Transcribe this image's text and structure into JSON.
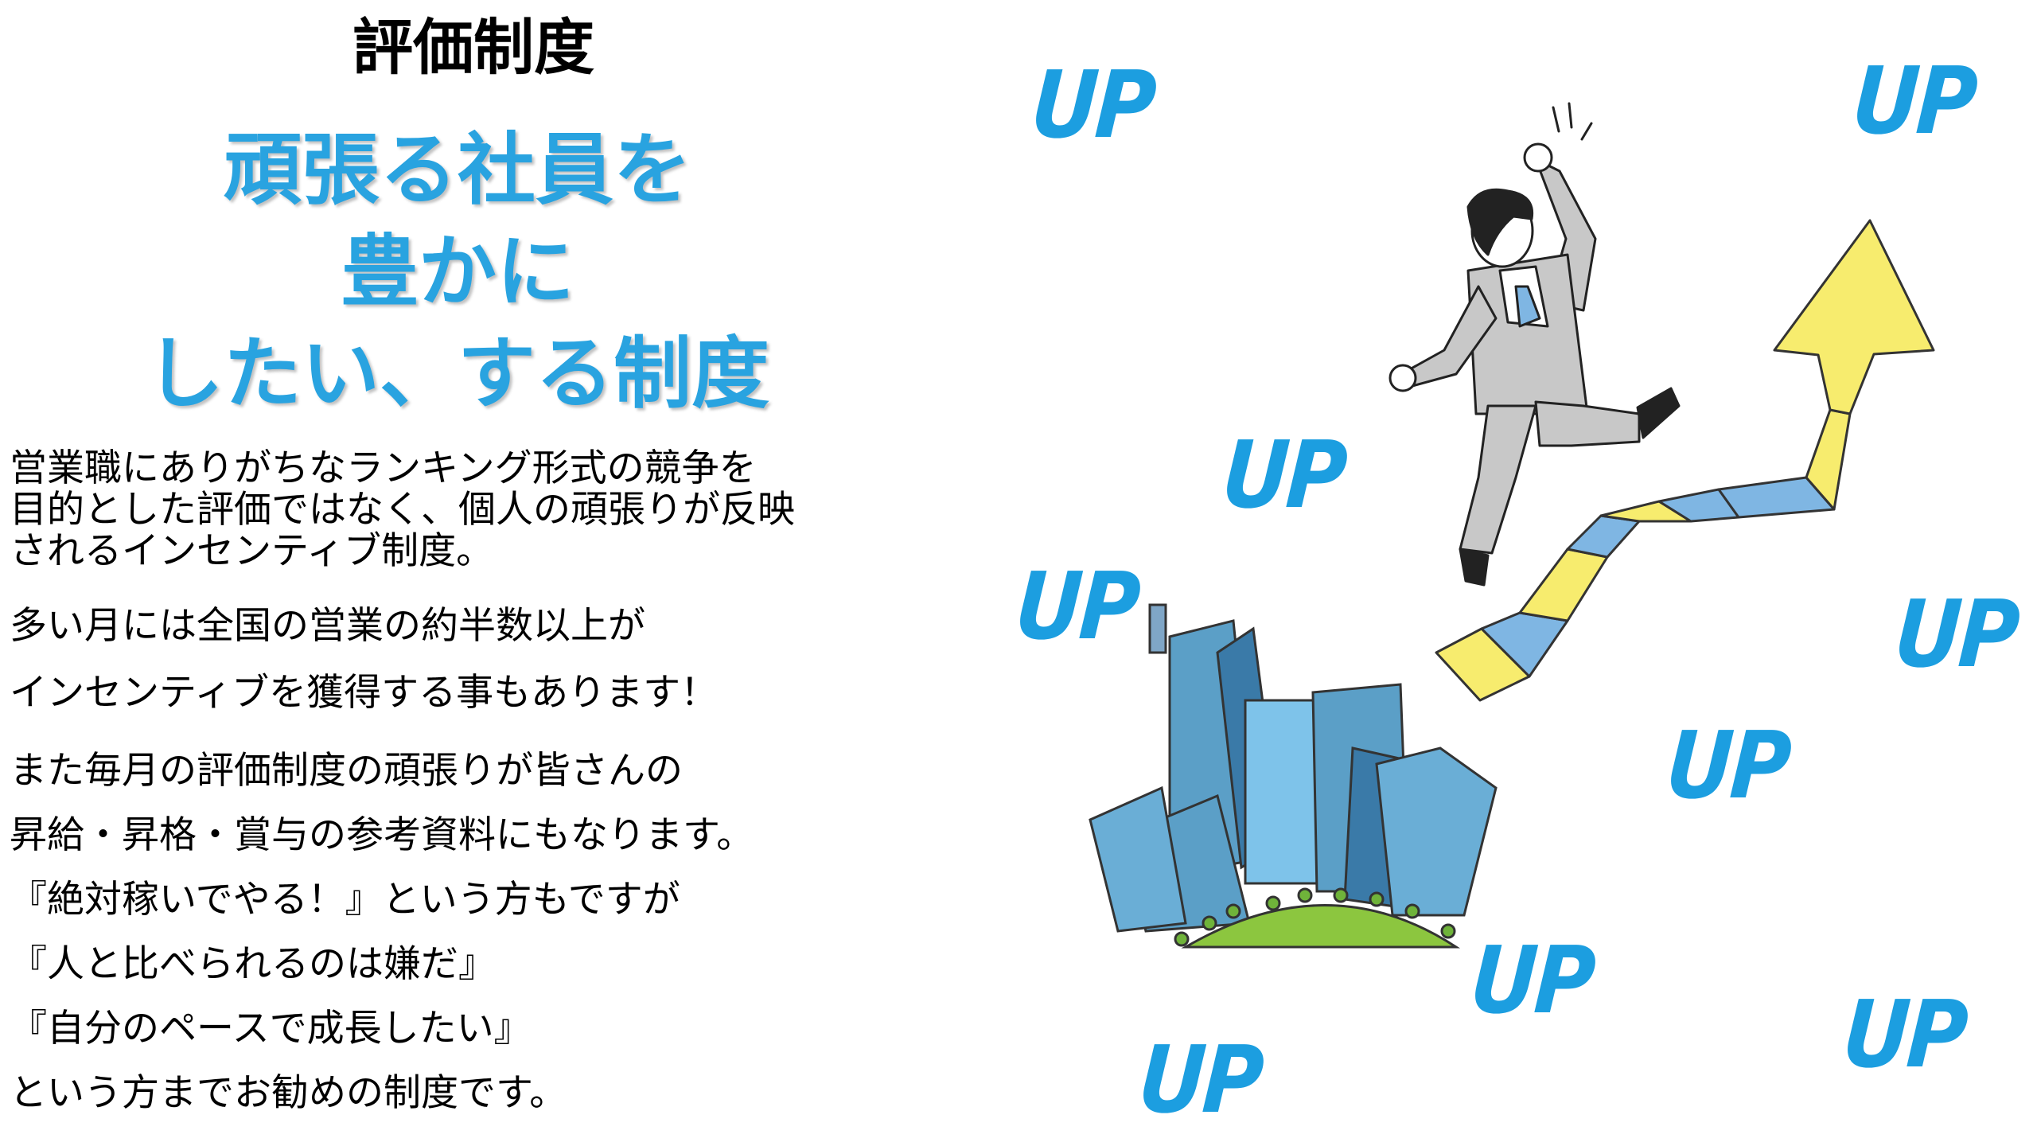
{
  "title": "評価制度",
  "headline": {
    "lines": [
      "頑張る社員を",
      "豊かに",
      "したい、する制度"
    ],
    "color": "#29a3e0"
  },
  "paragraph1": {
    "lines": [
      "営業職にありがちなランキング形式の競争を",
      "目的とした評価ではなく、個人の頑張りが反映",
      "されるインセンティブ制度。"
    ]
  },
  "paragraph2": {
    "lines": [
      "多い月には全国の営業の約半数以上が",
      "インセンティブを獲得する事もあります！"
    ]
  },
  "paragraph3": {
    "lines": [
      "また毎月の評価制度の頑張りが皆さんの",
      "昇給・昇格・賞与の参考資料にもなります。",
      "『絶対稼いでやる！』という方もですが",
      "『人と比べられるのは嫌だ』",
      "『自分のペースで成長したい』",
      "という方までお勧めの制度です。"
    ]
  },
  "illustration": {
    "up_label": "UP",
    "up_color": "#1c9ee0",
    "arrow_color": "#f7ec6e",
    "arrow_band_color": "#7fb6e3",
    "building_color": "#5b9fc7",
    "ground_color": "#8cc63f"
  }
}
